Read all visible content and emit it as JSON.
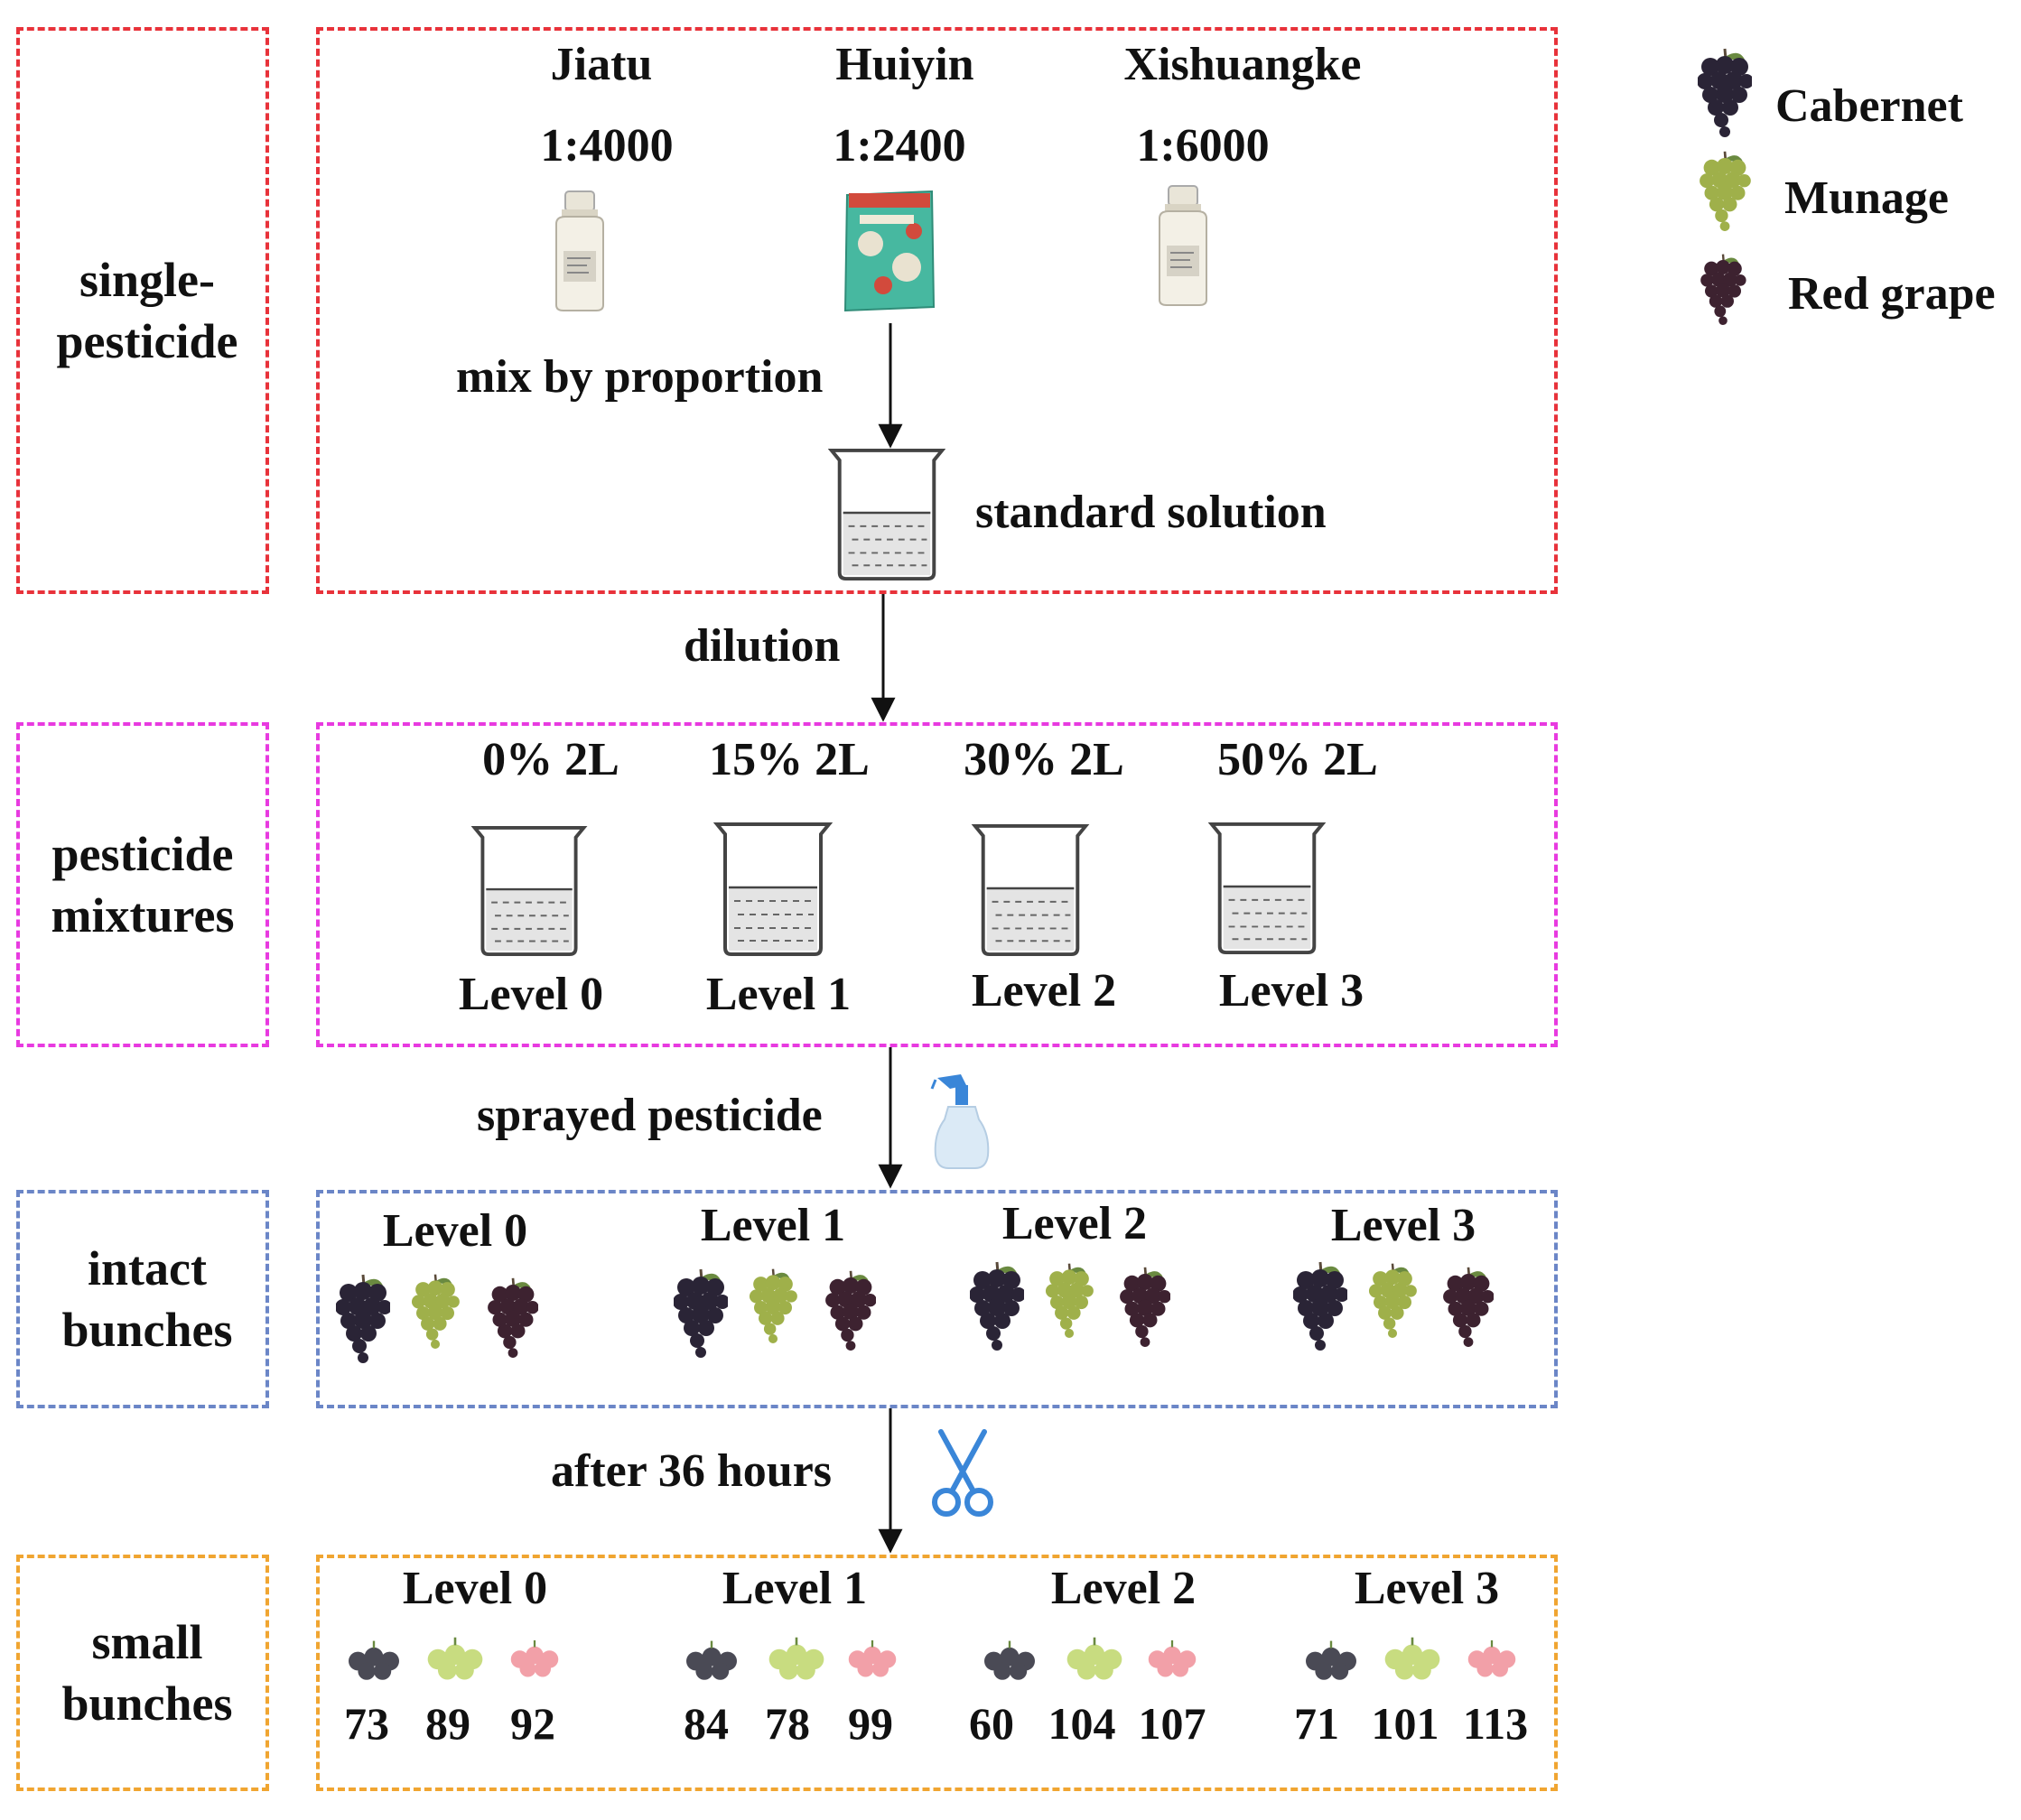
{
  "sections": {
    "single": "single-\npesticide",
    "mixtures": "pesticide\nmixtures",
    "intact": "intact\nbunches",
    "small": "small\nbunches"
  },
  "pesticides": [
    {
      "name": "Jiatu",
      "ratio": "1:4000"
    },
    {
      "name": "Huiyin",
      "ratio": "1:2400"
    },
    {
      "name": "Xishuangke",
      "ratio": "1:6000"
    }
  ],
  "steps": {
    "mix": "mix by proportion",
    "standard": "standard solution",
    "dilution": "dilution",
    "sprayed": "sprayed pesticide",
    "after": "after 36 hours"
  },
  "concentrations": [
    "0% 2L",
    "15% 2L",
    "30% 2L",
    "50% 2L"
  ],
  "levels": [
    "Level 0",
    "Level 1",
    "Level 2",
    "Level 3"
  ],
  "legend": [
    {
      "label": "Cabernet",
      "color": "#2a2436"
    },
    {
      "label": "Munage",
      "color": "#9fb04a"
    },
    {
      "label": "Red grape",
      "color": "#3d2230"
    }
  ],
  "small_counts": [
    [
      "73",
      "89",
      "92"
    ],
    [
      "84",
      "78",
      "99"
    ],
    [
      "60",
      "104",
      "107"
    ],
    [
      "71",
      "101",
      "113"
    ]
  ],
  "colors": {
    "single_border": "#e8323a",
    "mixture_border": "#e83ae0",
    "intact_border": "#6b86c7",
    "small_border": "#f0a531",
    "cabernet": "#2a2436",
    "munage": "#9fb04a",
    "red_grape": "#3d2230",
    "cut_cabernet": "#4a4a55",
    "cut_munage": "#c8dc80",
    "cut_red": "#f2a0a8",
    "tool_blue": "#3a86d8"
  }
}
